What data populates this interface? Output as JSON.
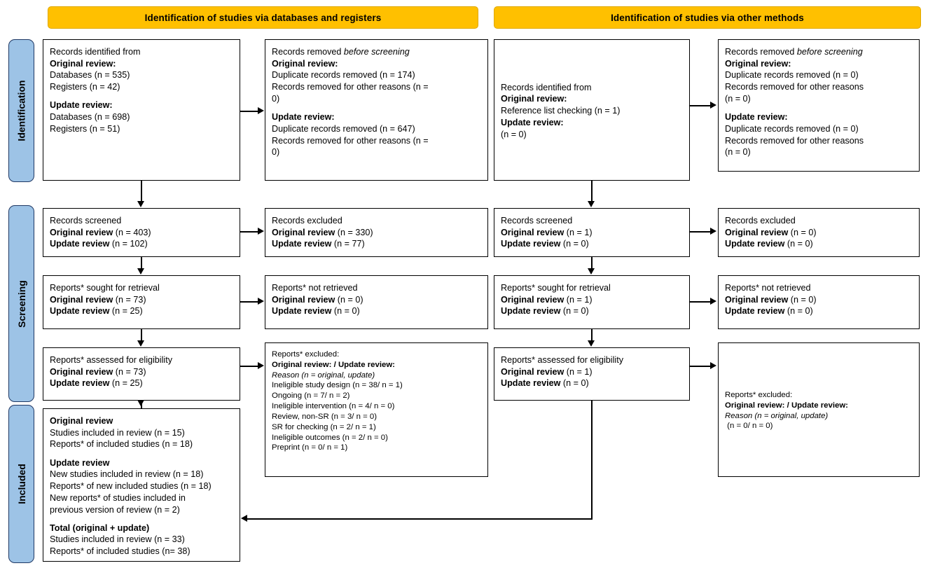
{
  "headers": {
    "left": "Identification of studies via databases and registers",
    "right": "Identification of studies via other methods"
  },
  "side_labels": {
    "identification": "Identification",
    "screening": "Screening",
    "included": "Included"
  },
  "boxes": {
    "db_identified": {
      "lines": [
        {
          "t": "Records identified from"
        },
        {
          "t": "Original review:",
          "bold": true
        },
        {
          "t": "Databases (n = 535)"
        },
        {
          "t": "Registers (n = 42)"
        },
        {
          "t": "",
          "spacer": true
        },
        {
          "t": "Update review:",
          "bold": true
        },
        {
          "t": "Databases (n = 698)"
        },
        {
          "t": "Registers (n = 51)"
        }
      ]
    },
    "db_removed": {
      "lines": [
        {
          "t": "Records removed ",
          "tail": "before screening",
          "tail_italic": true
        },
        {
          "t": "Original review:",
          "bold": true
        },
        {
          "t": "Duplicate records removed (n = 174)"
        },
        {
          "t": "Records removed for other reasons (n ="
        },
        {
          "t": "0)"
        },
        {
          "t": "",
          "spacer": true
        },
        {
          "t": "Update review:",
          "bold": true
        },
        {
          "t": "Duplicate records removed (n = 647)"
        },
        {
          "t": "Records removed for other reasons (n ="
        },
        {
          "t": "0)"
        }
      ]
    },
    "other_identified": {
      "lines": [
        {
          "t": "Records identified from"
        },
        {
          "t": "Original review:",
          "bold": true
        },
        {
          "t": "Reference list checking (n = 1)"
        },
        {
          "t": "Update review:",
          "bold": true
        },
        {
          "t": "(n = 0)"
        }
      ]
    },
    "other_removed": {
      "lines": [
        {
          "t": "Records removed ",
          "tail": "before screening",
          "tail_italic": true
        },
        {
          "t": "Original review:",
          "bold": true
        },
        {
          "t": "Duplicate records removed (n = 0)"
        },
        {
          "t": "Records removed for other reasons"
        },
        {
          "t": "(n = 0)"
        },
        {
          "t": "",
          "spacer": true
        },
        {
          "t": "Update review:",
          "bold": true
        },
        {
          "t": "Duplicate records removed (n = 0)"
        },
        {
          "t": "Records removed for other reasons"
        },
        {
          "t": "(n = 0)"
        }
      ]
    },
    "db_screened": {
      "lines": [
        {
          "t": "Records screened"
        },
        {
          "t": "Original review",
          "bold": true,
          "tail": " (n = 403)"
        },
        {
          "t": "Update review",
          "bold": true,
          "tail": " (n = 102)"
        }
      ]
    },
    "db_excluded": {
      "lines": [
        {
          "t": "Records excluded"
        },
        {
          "t": "Original review",
          "bold": true,
          "tail": " (n = 330)"
        },
        {
          "t": "Update review",
          "bold": true,
          "tail": " (n = 77)"
        }
      ]
    },
    "other_screened": {
      "lines": [
        {
          "t": "Records screened"
        },
        {
          "t": "Original review",
          "bold": true,
          "tail": " (n = 1)"
        },
        {
          "t": "Update review",
          "bold": true,
          "tail": " (n = 0)"
        }
      ]
    },
    "other_excluded": {
      "lines": [
        {
          "t": "Records excluded"
        },
        {
          "t": "Original review",
          "bold": true,
          "tail": " (n = 0)"
        },
        {
          "t": "Update review",
          "bold": true,
          "tail": " (n = 0)"
        }
      ]
    },
    "db_sought": {
      "lines": [
        {
          "t": "Reports* sought for retrieval"
        },
        {
          "t": "Original review",
          "bold": true,
          "tail": " (n = 73)"
        },
        {
          "t": "Update review",
          "bold": true,
          "tail": " (n = 25)"
        }
      ]
    },
    "db_not_retrieved": {
      "lines": [
        {
          "t": "Reports* not retrieved"
        },
        {
          "t": "Original review",
          "bold": true,
          "tail": " (n = 0)"
        },
        {
          "t": "Update review",
          "bold": true,
          "tail": " (n = 0)"
        }
      ]
    },
    "other_sought": {
      "lines": [
        {
          "t": "Reports* sought for retrieval"
        },
        {
          "t": "Original review",
          "bold": true,
          "tail": " (n = 1)"
        },
        {
          "t": "Update review",
          "bold": true,
          "tail": " (n = 0)"
        }
      ]
    },
    "other_not_retrieved": {
      "lines": [
        {
          "t": "Reports* not retrieved"
        },
        {
          "t": "Original review",
          "bold": true,
          "tail": " (n = 0)"
        },
        {
          "t": "Update review",
          "bold": true,
          "tail": " (n = 0)"
        }
      ]
    },
    "db_assessed": {
      "lines": [
        {
          "t": "Reports* assessed for eligibility"
        },
        {
          "t": "Original review",
          "bold": true,
          "tail": " (n = 73)"
        },
        {
          "t": "Update review",
          "bold": true,
          "tail": " (n = 25)"
        }
      ]
    },
    "db_reports_excluded": {
      "lines": [
        {
          "t": "Reports* excluded:"
        },
        {
          "t": "Original review: / Update review:",
          "bold": true
        },
        {
          "t": "Reason (n = original, update)",
          "italic": true
        },
        {
          "t": "Ineligible study design (n = 38/ n = 1)"
        },
        {
          "t": "Ongoing (n = 7/ n = 2)"
        },
        {
          "t": "Ineligible intervention (n = 4/ n = 0)"
        },
        {
          "t": "Review, non-SR (n = 3/ n = 0)"
        },
        {
          "t": "SR for checking (n = 2/ n = 1)"
        },
        {
          "t": "Ineligible outcomes (n = 2/ n = 0)"
        },
        {
          "t": "Preprint (n = 0/ n = 1)"
        }
      ]
    },
    "other_assessed": {
      "lines": [
        {
          "t": "Reports* assessed for eligibility"
        },
        {
          "t": "Original review",
          "bold": true,
          "tail": " (n = 1)"
        },
        {
          "t": "Update review",
          "bold": true,
          "tail": " (n = 0)"
        }
      ]
    },
    "other_reports_excluded": {
      "lines": [
        {
          "t": "Reports* excluded:"
        },
        {
          "t": "Original review: / Update review:",
          "bold": true
        },
        {
          "t": "Reason (n = original, update)",
          "italic": true
        },
        {
          "t": " (n = 0/ n = 0)"
        }
      ]
    },
    "included": {
      "lines": [
        {
          "t": "Original review",
          "bold": true
        },
        {
          "t": "Studies included in review (n = 15)"
        },
        {
          "t": "Reports* of included studies (n = 18)"
        },
        {
          "t": "",
          "spacer": true
        },
        {
          "t": "Update review",
          "bold": true
        },
        {
          "t": "New studies included in review (n = 18)"
        },
        {
          "t": "Reports* of new included studies (n = 18)"
        },
        {
          "t": "New reports* of studies included in"
        },
        {
          "t": "previous version of review (n = 2)"
        },
        {
          "t": "",
          "spacer": true
        },
        {
          "t": "Total (original + update)",
          "bold": true
        },
        {
          "t": "Studies included in review (n = 33)"
        },
        {
          "t": "Reports* of included studies (n= 38)"
        }
      ]
    }
  },
  "colors": {
    "header_bg": "#FFC000",
    "side_label_bg": "#9DC3E6",
    "side_label_border": "#1F3864",
    "box_border": "#000000"
  }
}
